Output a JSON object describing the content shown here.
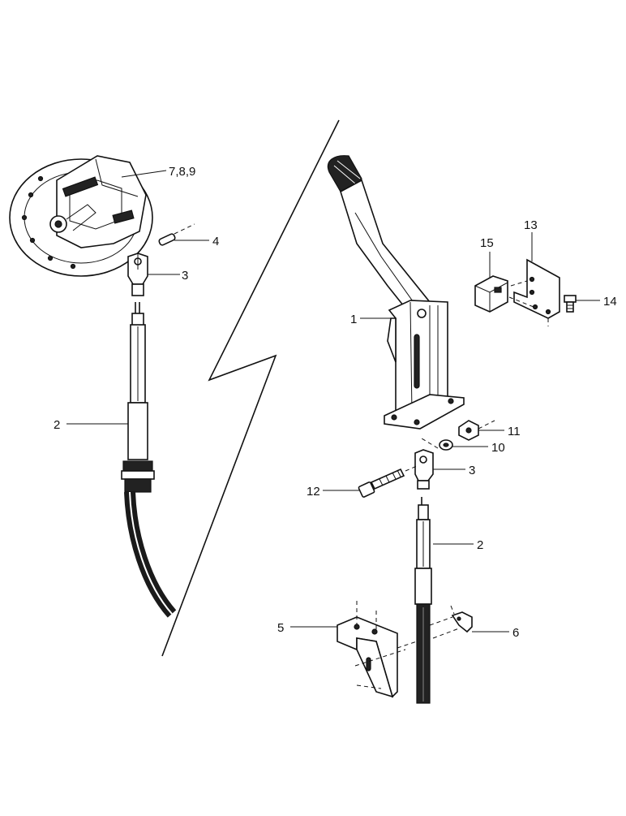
{
  "callouts": [
    {
      "id": "c789",
      "text": "7,8,9"
    },
    {
      "id": "c4",
      "text": "4"
    },
    {
      "id": "c3a",
      "text": "3"
    },
    {
      "id": "c2a",
      "text": "2"
    },
    {
      "id": "c15",
      "text": "15"
    },
    {
      "id": "c13",
      "text": "13"
    },
    {
      "id": "c1",
      "text": "1"
    },
    {
      "id": "c14",
      "text": "14"
    },
    {
      "id": "c11",
      "text": "11"
    },
    {
      "id": "c10",
      "text": "10"
    },
    {
      "id": "c3b",
      "text": "3"
    },
    {
      "id": "c12",
      "text": "12"
    },
    {
      "id": "c2b",
      "text": "2"
    },
    {
      "id": "c5",
      "text": "5"
    },
    {
      "id": "c6",
      "text": "6"
    }
  ]
}
